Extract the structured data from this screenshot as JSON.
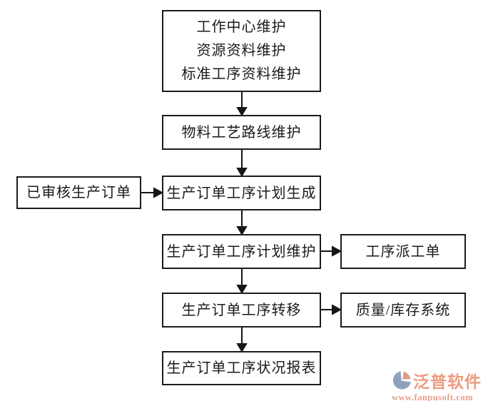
{
  "diagram": {
    "nodes": {
      "master_data": {
        "lines": [
          "工作中心维护",
          "资源资料维护",
          "标准工序资料维护"
        ]
      },
      "routing": {
        "label": "物料工艺路线维护"
      },
      "approved_order": {
        "label": "已审核生产订单"
      },
      "plan_generate": {
        "label": "生产订单工序计划生成"
      },
      "plan_maintain": {
        "label": "生产订单工序计划维护"
      },
      "dispatch_sheet": {
        "label": "工序派工单"
      },
      "transfer": {
        "label": "生产订单工序转移"
      },
      "quality_inventory": {
        "label": "质量/库存系统"
      },
      "status_report": {
        "label": "生产订单工序状况报表"
      }
    },
    "edges": [
      {
        "from": "master_data",
        "to": "routing"
      },
      {
        "from": "routing",
        "to": "plan_generate"
      },
      {
        "from": "approved_order",
        "to": "plan_generate"
      },
      {
        "from": "plan_generate",
        "to": "plan_maintain"
      },
      {
        "from": "plan_maintain",
        "to": "dispatch_sheet"
      },
      {
        "from": "plan_maintain",
        "to": "transfer"
      },
      {
        "from": "transfer",
        "to": "quality_inventory"
      },
      {
        "from": "transfer",
        "to": "status_report"
      }
    ]
  },
  "watermark": {
    "brand": "泛普软件",
    "url": "www.fanpusoft.com",
    "colors": {
      "brand_text": "#ec9c80",
      "url_text": "#e79e88",
      "icon_blue": "#92a1ba",
      "icon_salmon": "#df9d84"
    }
  },
  "colors": {
    "background": "#ffffff",
    "box_border": "#1c1c1c",
    "arrow": "#161616",
    "text": "#1a1a1a"
  }
}
